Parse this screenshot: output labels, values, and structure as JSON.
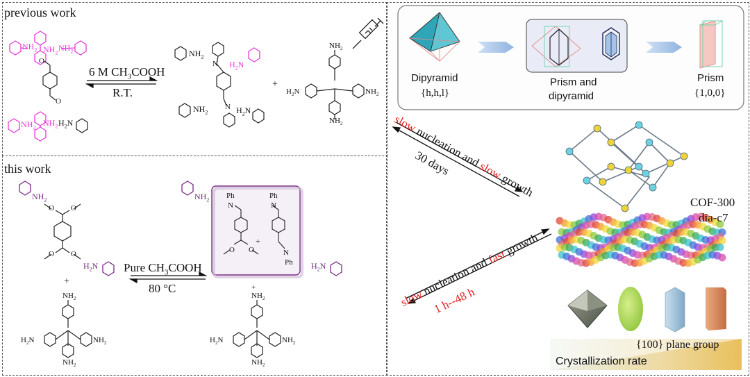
{
  "previous_work": {
    "header": "previous work",
    "reagent": "6 M CH",
    "reagent_sub": "3",
    "reagent_tail": "COOH",
    "condition": "R.T.",
    "aniline_label": "NH",
    "aniline_sub": "2",
    "plus": "+"
  },
  "this_work": {
    "header": "this work",
    "reagent": "Pure CH",
    "reagent_sub": "3",
    "reagent_tail": "COOH",
    "condition": "80 °C",
    "aniline_label": "NH",
    "aniline_sub": "2",
    "ph_label": "Ph",
    "n_label": "N",
    "o_label": "O",
    "plus": "+"
  },
  "morphology": {
    "dipyramid": "Dipyramid",
    "dipyramid_index": "{h,h,l}",
    "prism_and": "Prism and",
    "dipyramid2": "dipyramid",
    "prism": "Prism",
    "prism_index": "{1,0,0}"
  },
  "growth": {
    "slow_word": "slow",
    "nucleation_and": " nucleation and ",
    "slow_word2": "slow",
    "growth_word": " growth",
    "duration1": "30 days",
    "fast_word": "fast",
    "duration2": "1 h--48 h"
  },
  "cof": {
    "name": "COF-300",
    "topology": "dia-c7"
  },
  "gradient": {
    "plane_group": "{100} plane group",
    "rate": "Crystallization rate"
  },
  "colors": {
    "magenta": "#e83ad8",
    "purple": "#7a2d84",
    "red": "#e02020",
    "box_fill": "#f3eef6"
  }
}
